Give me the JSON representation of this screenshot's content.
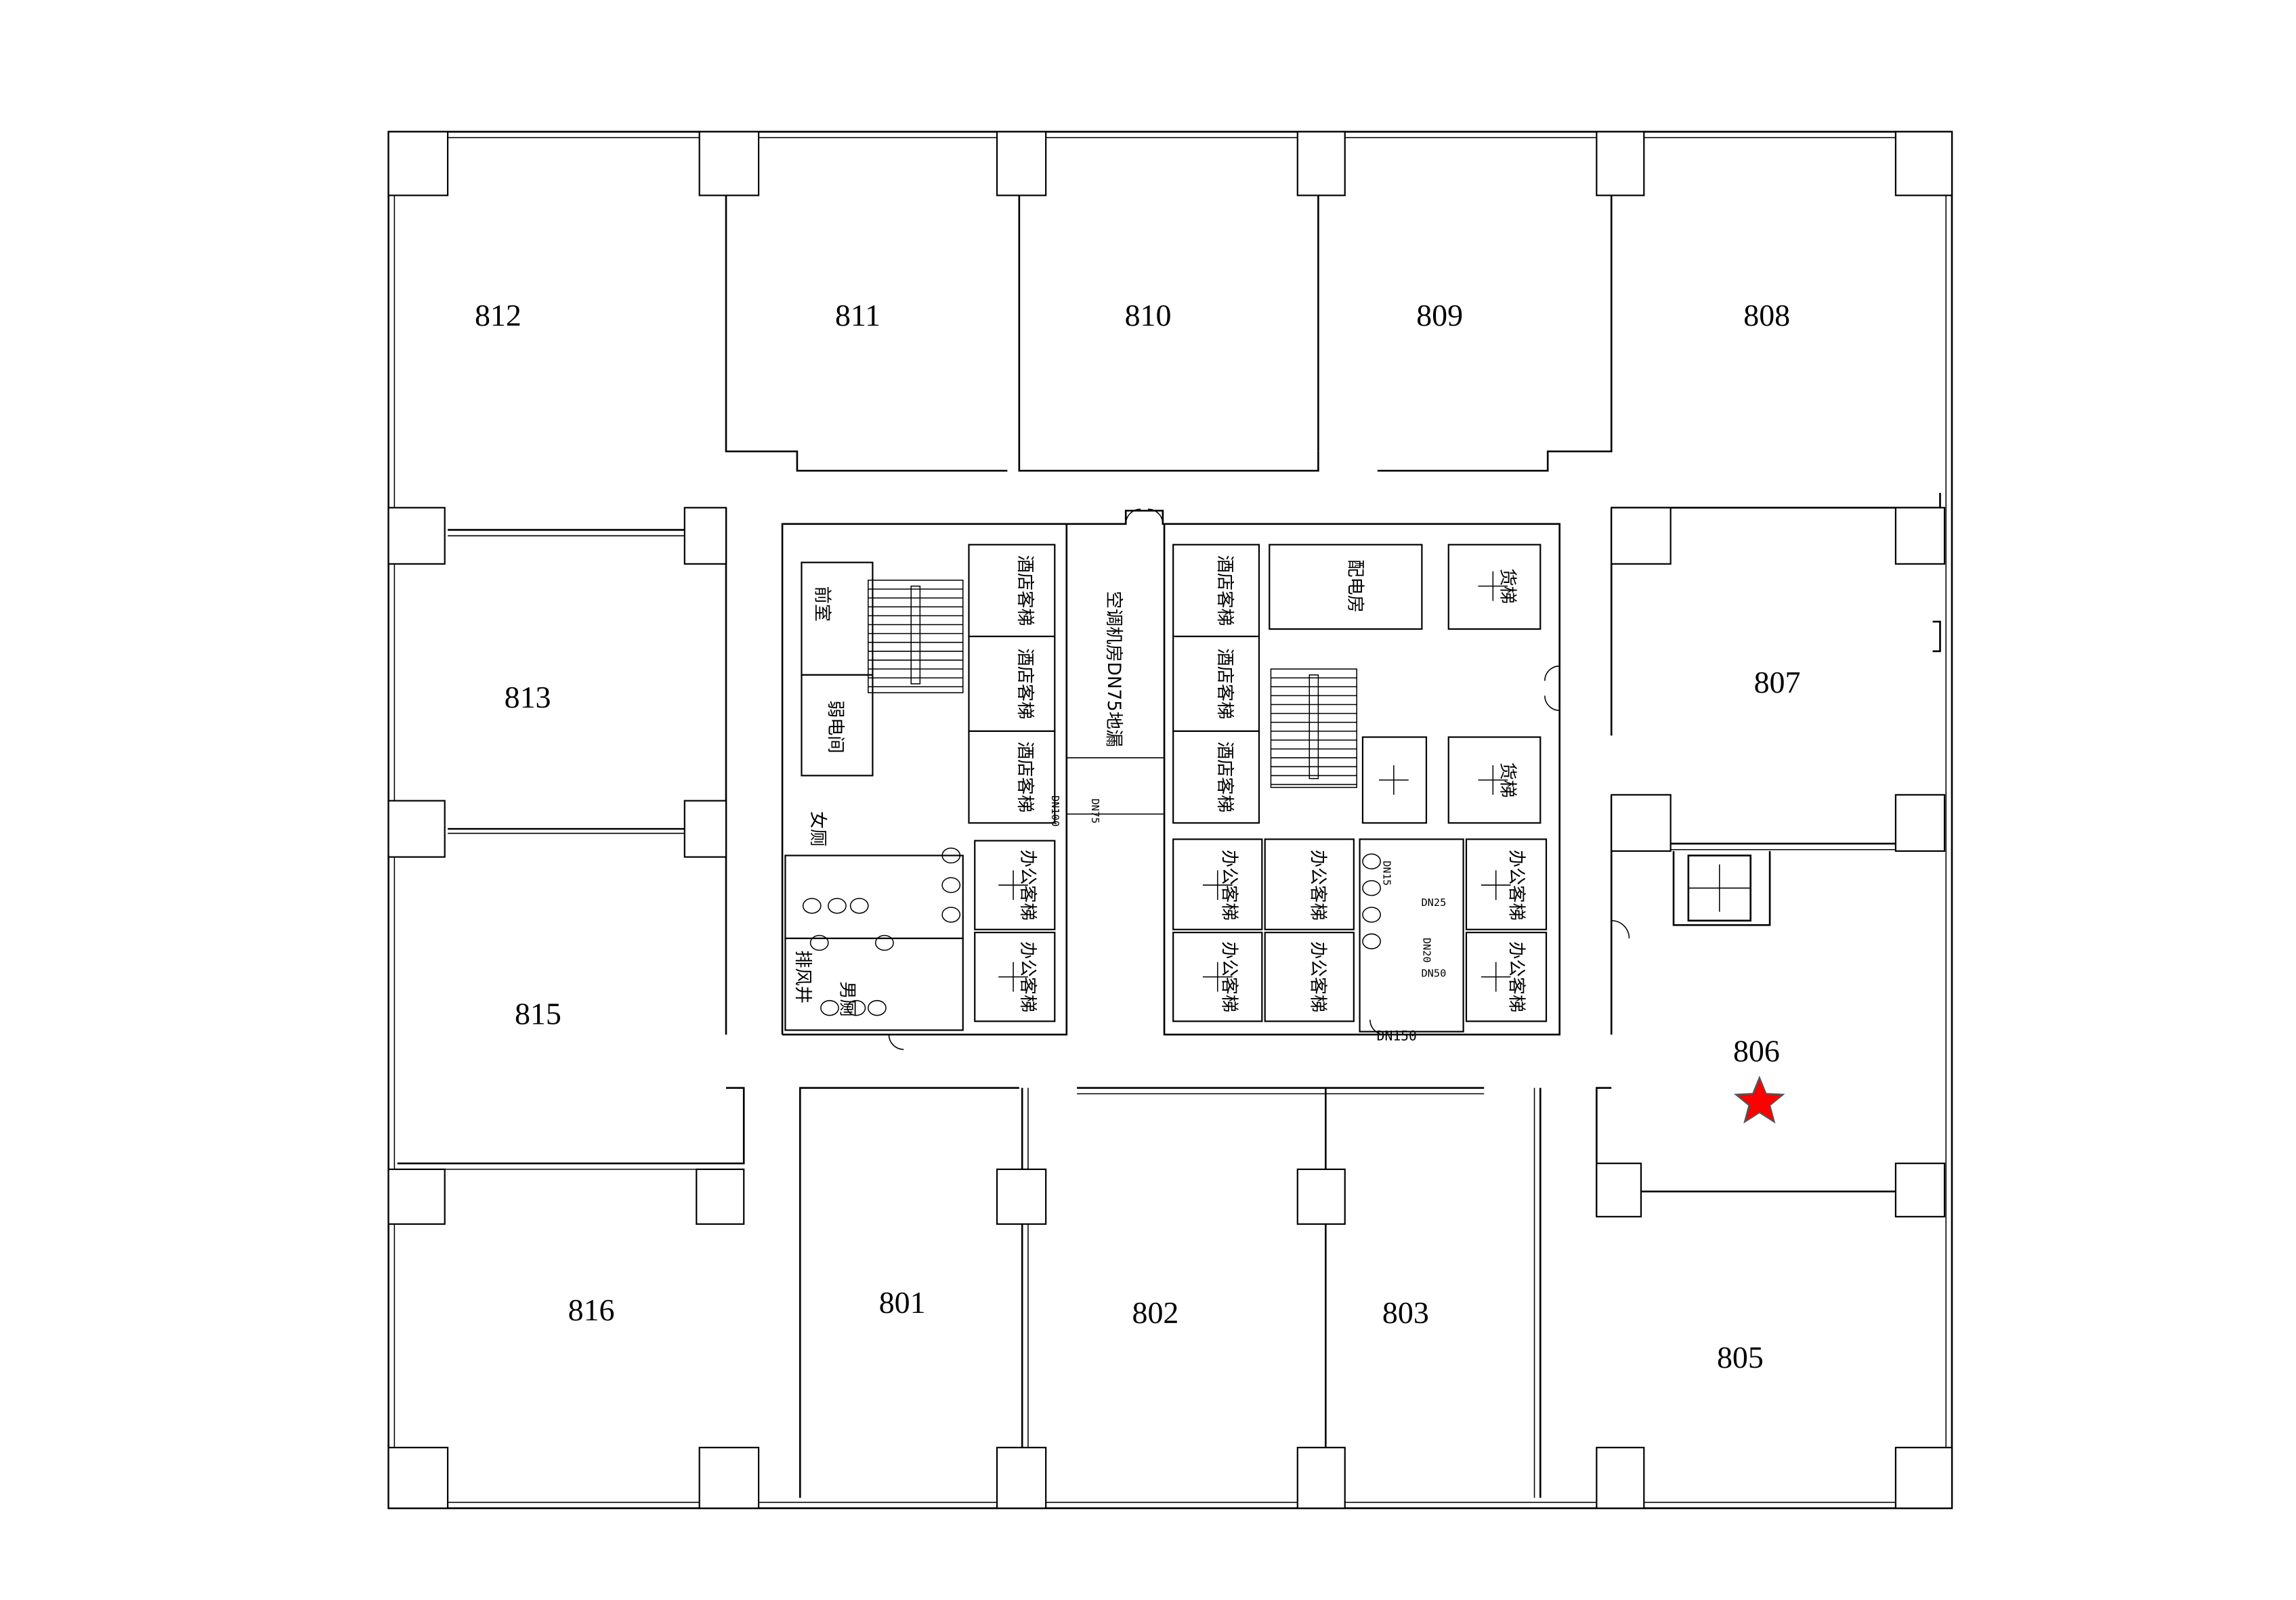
{
  "plan": {
    "rooms": [
      "812",
      "811",
      "810",
      "809",
      "808",
      "813",
      "807",
      "815",
      "806",
      "816",
      "801",
      "802",
      "803",
      "805"
    ],
    "hotel_elevator": "酒店客梯",
    "office_elevator": "办公客梯",
    "freight_elevator": "货梯",
    "anteroom": "前室",
    "weak_current_room": "弱电间",
    "ac_room": "空调机房DN75地漏",
    "power_room": "配电房",
    "womens_toilet": "女厕",
    "mens_toilet": "男厕",
    "exhaust_shaft": "排风井",
    "pipes": [
      "DN100",
      "DN75",
      "DN150",
      "DN25",
      "DN50",
      "DN20",
      "DN15"
    ],
    "marker": {
      "room": "806",
      "color": "#ff0000",
      "icon": "star-icon"
    }
  }
}
